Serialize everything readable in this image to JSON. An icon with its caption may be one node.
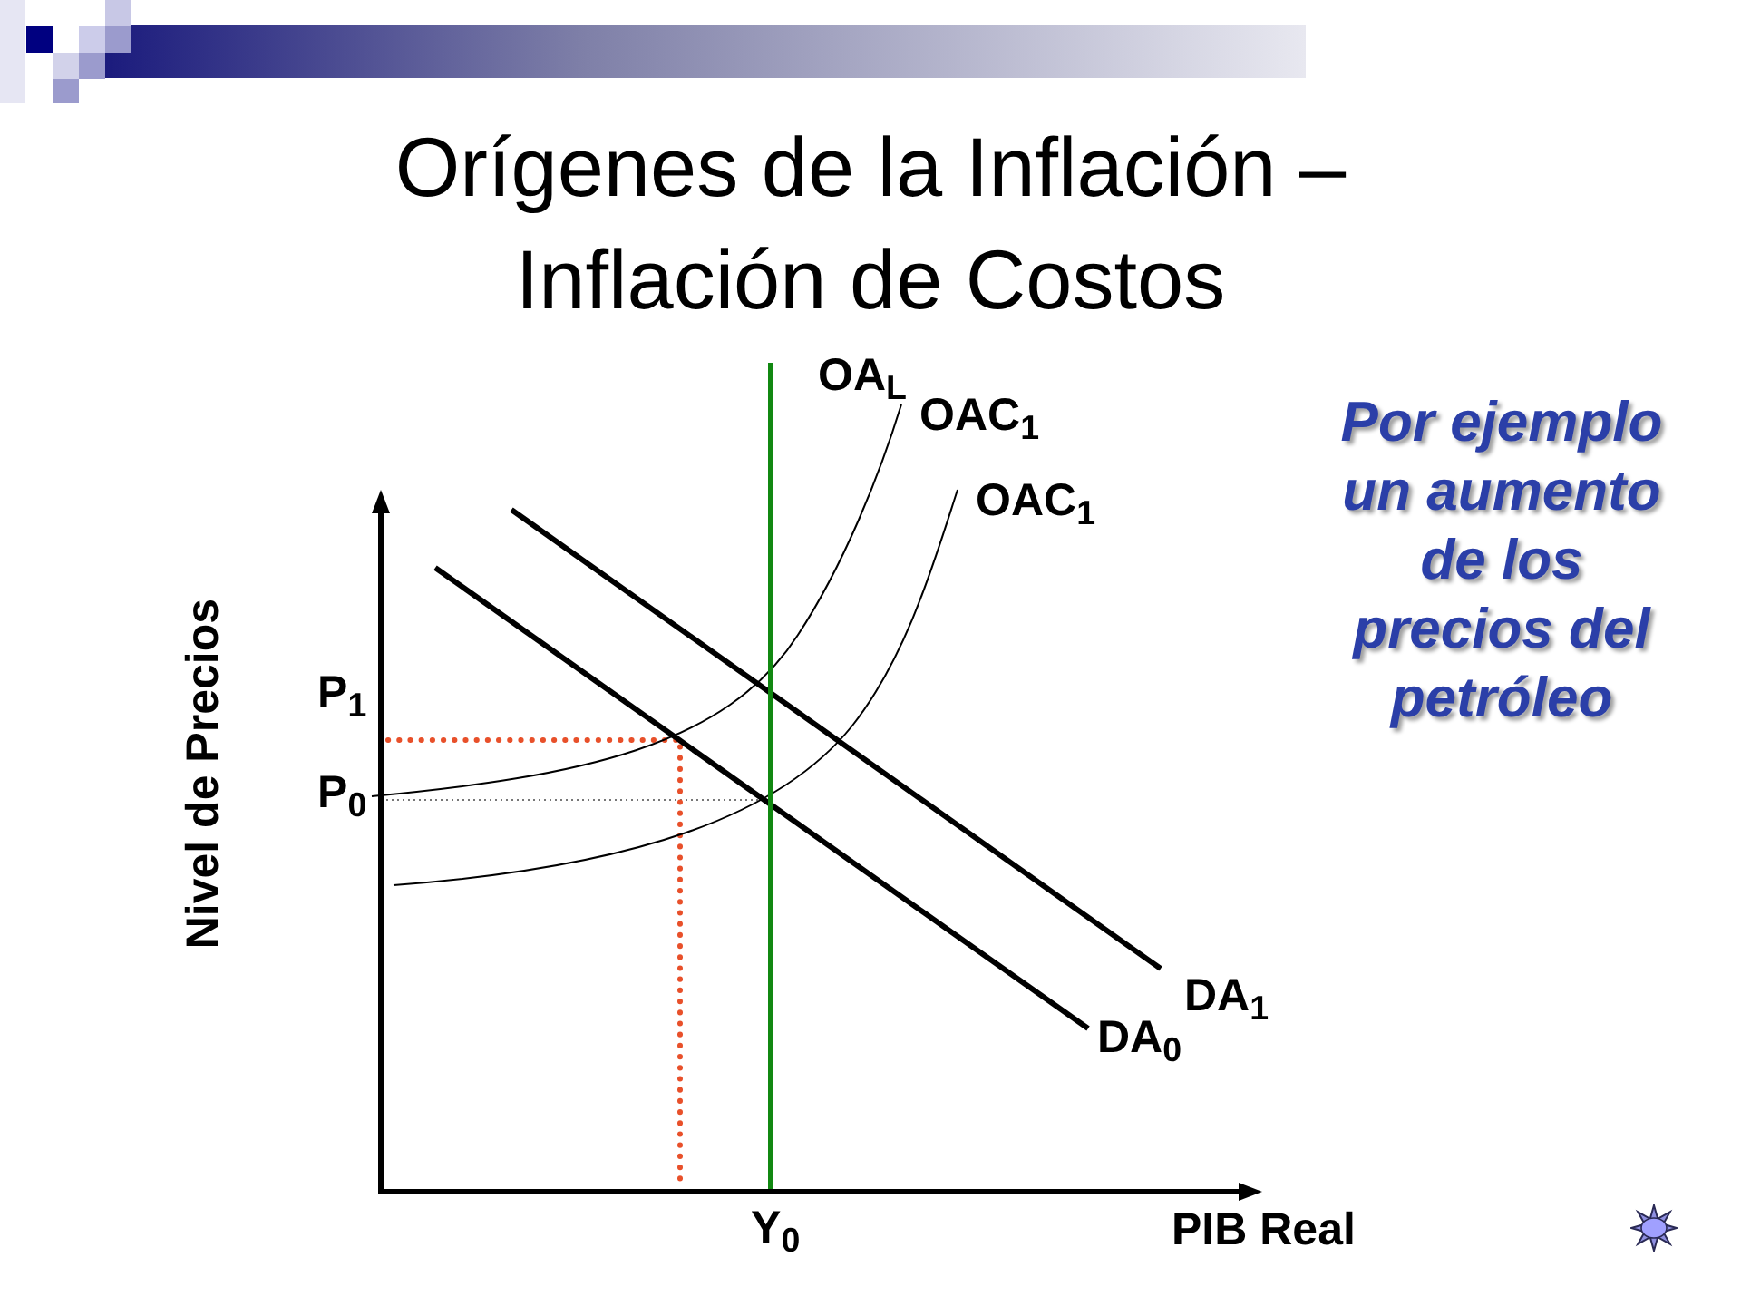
{
  "diagram": {
    "title": "Orígenes de la Inflación – Inflación de Costos",
    "labels": [
      "OA$_{L}$",
      "OAC$_{1}$",
      "Por ejemplo un aumento de los precios del petróleo",
      "OAC$_{1}$",
      "Nivel de Precios",
      "P$_{1}$",
      "P$_{0}$",
      "DA$_{1}$",
      "DA$_{0}$",
      "Y$_{0}$",
      "PIB Real"
    ]
  }
}
